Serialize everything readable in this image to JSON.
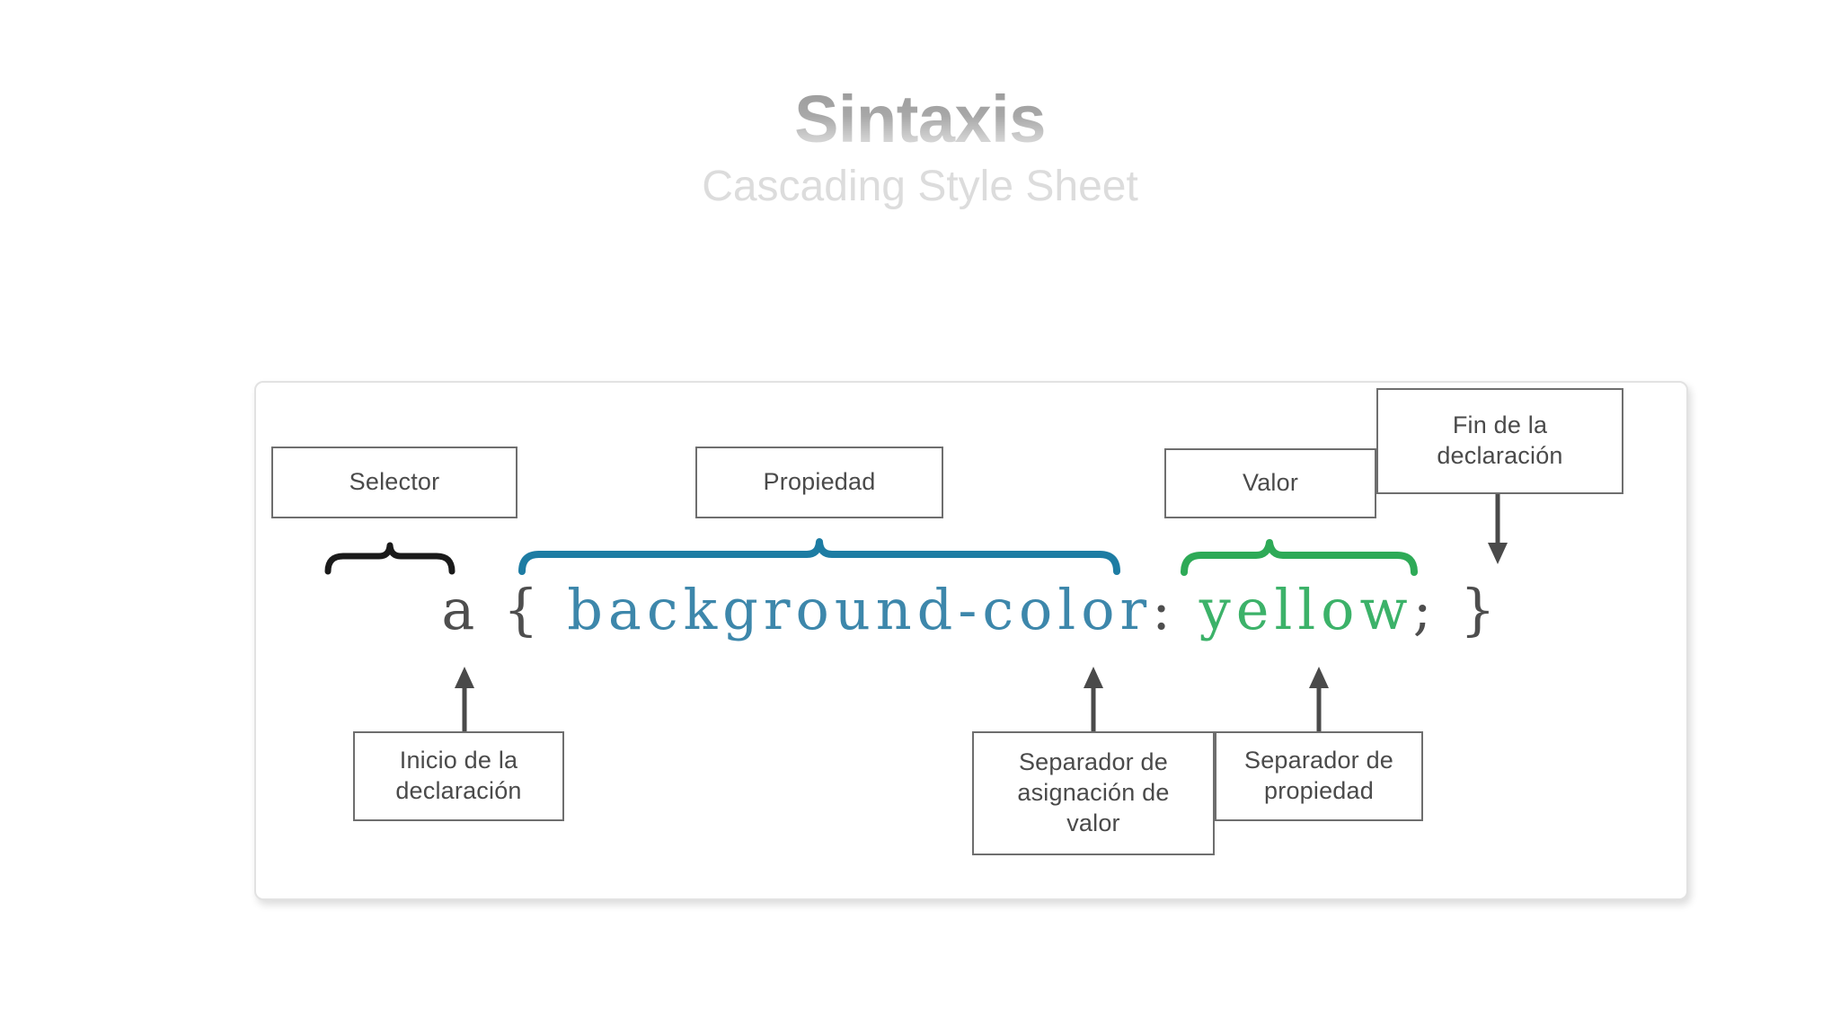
{
  "header": {
    "title": "Sintaxis",
    "subtitle": "Cascading Style Sheet"
  },
  "colors": {
    "selector_brace": "#1a1a1a",
    "property_brace": "#1d7ca3",
    "value_brace": "#2eaa57",
    "property_text": "#3d87ab",
    "value_text": "#3cb269",
    "punctuation_text": "#4e4e4e",
    "box_border": "#6e6e6e",
    "card_border": "#e2e2e2",
    "title_gray": "#9a9a9a",
    "subtitle_gray": "#dcdcdc"
  },
  "diagram": {
    "code": {
      "selector": "a",
      "open_brace": "{",
      "property": "background-color",
      "colon": ":",
      "value": "yellow",
      "semicolon": ";",
      "close_brace": "}",
      "full": "a { background-color: yellow; }"
    },
    "labels": {
      "selector": "Selector",
      "propiedad": "Propiedad",
      "valor": "Valor",
      "fin_declaracion": "Fin de la\ndeclaración",
      "inicio_declaracion": "Inicio de la\ndeclaración",
      "separador_asignacion": "Separador de\nasignación de\nvalor",
      "separador_propiedad": "Separador de\npropiedad"
    }
  }
}
